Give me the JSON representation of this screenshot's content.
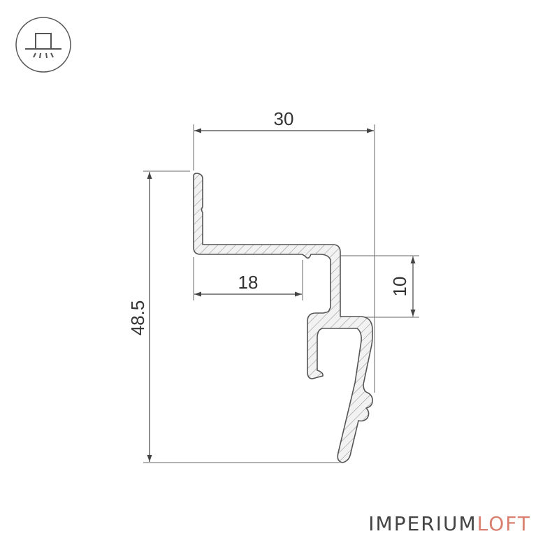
{
  "icon": {
    "name": "ceiling-light-icon"
  },
  "dimensions": {
    "width_total": "30",
    "height_total": "48.5",
    "inner_width": "18",
    "step_height": "10"
  },
  "brand": {
    "part1": "IMPERIUM",
    "part2": "LOFT"
  },
  "colors": {
    "stroke": "#555555",
    "hatch": "#999999",
    "dim_line": "#444444",
    "brand_main": "#444444",
    "brand_accent": "#d98070"
  }
}
